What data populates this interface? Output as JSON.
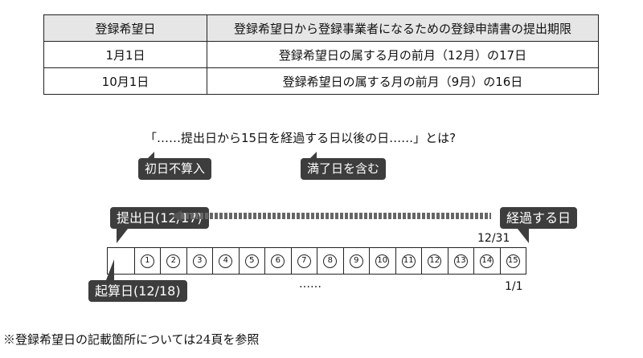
{
  "table": {
    "headers": [
      "登録希望日",
      "登録希望日から登録事業者になるための登録申請書の提出期限"
    ],
    "rows": [
      [
        "1月1日",
        "登録希望日の属する月の前月（12月）の17日"
      ],
      [
        "10月1日",
        "登録希望日の属する月の前月（9月）の16日"
      ]
    ]
  },
  "question": "「……提出日から15日を経過する日以後の日……」とは?",
  "labels": {
    "initial_day_excluded": "初日不算入",
    "full_term_included": "満了日を含む",
    "submission_date": "提出日(12/17)",
    "elapsed_day": "経過する日",
    "start_count": "起算日(12/18)"
  },
  "strip": {
    "days": [
      "1",
      "2",
      "3",
      "4",
      "5",
      "6",
      "7",
      "8",
      "9",
      "10",
      "11",
      "12",
      "13",
      "14",
      "15"
    ],
    "date_12_31": "12/31",
    "date_1_1": "1/1",
    "ellipsis": "……"
  },
  "footnote": "※登録希望日の記載箇所については24頁を参照"
}
